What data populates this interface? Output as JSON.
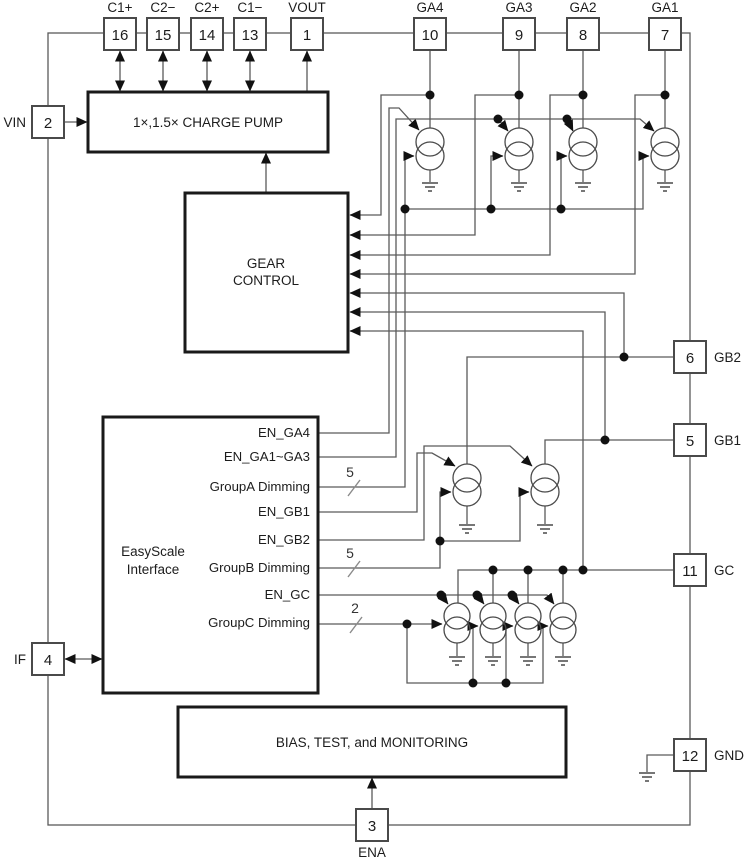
{
  "pins": {
    "top": [
      {
        "name": "C1+",
        "number": "16"
      },
      {
        "name": "C2−",
        "number": "15"
      },
      {
        "name": "C2+",
        "number": "14"
      },
      {
        "name": "C1−",
        "number": "13"
      },
      {
        "name": "VOUT",
        "number": "1"
      },
      {
        "name": "GA4",
        "number": "10"
      },
      {
        "name": "GA3",
        "number": "9"
      },
      {
        "name": "GA2",
        "number": "8"
      },
      {
        "name": "GA1",
        "number": "7"
      }
    ],
    "left": [
      {
        "name": "VIN",
        "number": "2"
      },
      {
        "name": "IF",
        "number": "4"
      }
    ],
    "right": [
      {
        "name": "GB2",
        "number": "6"
      },
      {
        "name": "GB1",
        "number": "5"
      },
      {
        "name": "GC",
        "number": "11"
      },
      {
        "name": "GND",
        "number": "12"
      }
    ],
    "bottom": [
      {
        "name": "ENA",
        "number": "3"
      }
    ]
  },
  "blocks": {
    "charge_pump": {
      "label": "1×,1.5× CHARGE PUMP"
    },
    "gear_control": {
      "line1": "GEAR",
      "line2": "CONTROL"
    },
    "easyscale": {
      "line1": "EasyScale",
      "line2": "Interface"
    },
    "bias": {
      "label": "BIAS, TEST, and MONITORING"
    }
  },
  "easyscale_outputs": [
    "EN_GA4",
    "EN_GA1~GA3",
    "GroupA Dimming",
    "EN_GB1",
    "EN_GB2",
    "GroupB Dimming",
    "EN_GC",
    "GroupC Dimming"
  ],
  "bus_widths": {
    "group_a": "5",
    "group_b": "5",
    "group_c": "2"
  },
  "colors": {
    "wire": "#5a5a5a",
    "ink": "#111111",
    "block_border": "#1a1a1a"
  }
}
